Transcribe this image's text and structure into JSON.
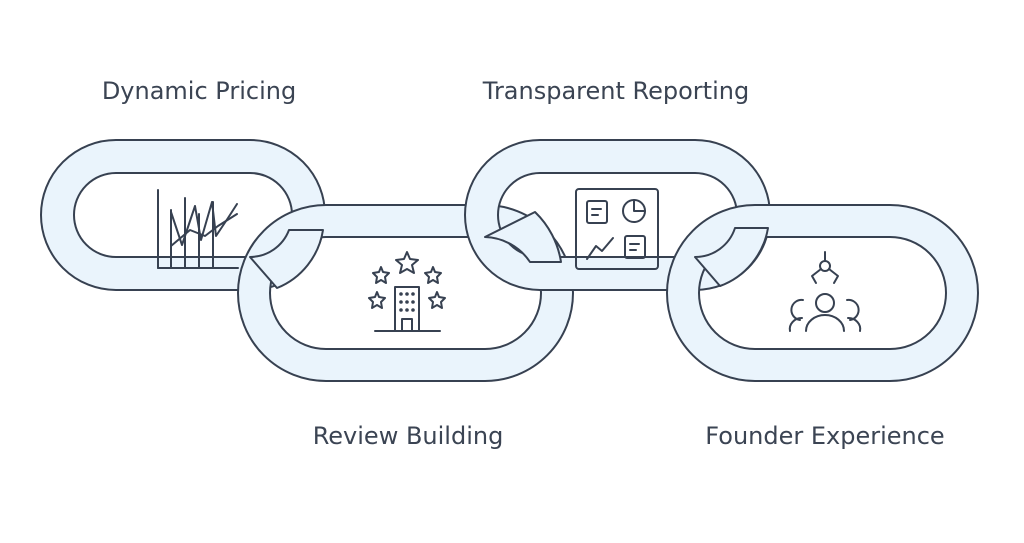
{
  "labels": {
    "dynamic_pricing": "Dynamic Pricing",
    "transparent_reporting": "Transparent Reporting",
    "review_building": "Review Building",
    "founder_experience": "Founder Experience"
  },
  "icons": {
    "link_1": "line-chart-icon",
    "link_2": "star-rated-building-icon",
    "link_3": "dashboard-icon",
    "link_4": "founder-person-icon"
  },
  "colors": {
    "link_fill": "#eaf4fc",
    "outline": "#374151",
    "text": "#3b4453"
  }
}
